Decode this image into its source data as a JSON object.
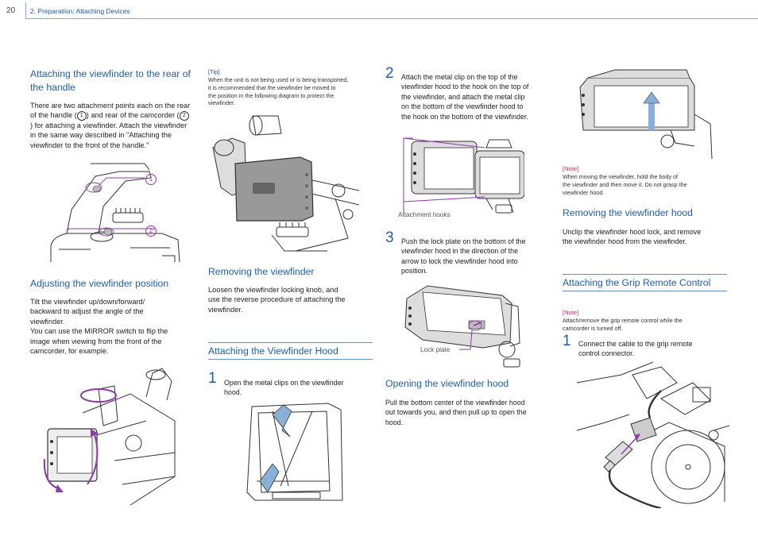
{
  "header": {
    "page_number": "20",
    "chapter": "2. Preparation: Attaching Devices"
  },
  "col1": {
    "sec1_title": "Attaching the viewfinder to the rear of the handle",
    "sec1_p1": "There are two attachment points each on the rear of the handle (",
    "sec1_c1": "1",
    "sec1_p2": ") and rear of the camcorder (",
    "sec1_c2": "2",
    "sec1_p3": ") for attaching a viewfinder. Attach the viewfinder in the same way described in \"Attaching the viewfinder to the front of the handle.\"",
    "fig_callout1": "1",
    "fig_callout2": "2",
    "sec2_title": "Adjusting the viewfinder position",
    "sec2_body": "Tilt the viewfinder up/down/forward/\nbackward to adjust the angle of the\nviewfinder.\nYou can use the MIRROR switch to flip the\nimage when viewing from the front of the\ncamcorder, for example."
  },
  "col2": {
    "tip_label": "[Tip]",
    "tip_body": "When the unit is not being used or is being transported,\nit is recommended that the viewfinder be moved to\nthe position in the following diagram to protect the\nviewfinder.",
    "remove_title": "Removing the viewfinder",
    "remove_body": "Loosen the viewfinder locking knob, and\nuse the reverse procedure of attaching the\nviewfinder.",
    "hood_title": "Attaching the Viewfinder Hood",
    "step1_num": "1",
    "step1_text": "Open the metal clips on the viewfinder\nhood."
  },
  "col3": {
    "step2_num": "2",
    "step2_text": "Attach the metal clip on the top of the\nviewfinder hood to the hook on the top of\nthe viewfinder, and attach the metal clip\non the bottom of the viewfinder hood to\nthe hook on the bottom of the viewfinder.",
    "callout_hooks": "Attachment hooks",
    "step3_num": "3",
    "step3_text": "Push the lock plate on the bottom of the\nviewfinder hood in the direction of the\narrow to lock the viewfinder hood into\nposition.",
    "callout_lock": "Lock plate",
    "open_title": "Opening the viewfinder hood",
    "open_body": "Pull the bottom center of the viewfinder hood\nout towards you, and then pull up to open the\nhood."
  },
  "col4": {
    "note1_label": "[Note]",
    "note1_body": "When moving the viewfinder, hold the body of\nthe viewfinder and then move it. Do not grasp the\nviewfinder hood.",
    "remove_hood_title": "Removing the viewfinder hood",
    "remove_hood_body": "Unclip the viewfinder hood lock, and remove\nthe viewfinder hood from the viewfinder.",
    "grip_title": "Attaching the Grip Remote Control",
    "note2_label": "[Note]",
    "note2_body": "Attach/remove the grip remote control while the\ncamcorder is turned off.",
    "step1_num": "1",
    "step1_text": "Connect the cable to the grip remote\ncontrol connector."
  },
  "colors": {
    "accent": "#1d5fab",
    "note": "#d03060",
    "callout_line": "#8e3aa6"
  }
}
